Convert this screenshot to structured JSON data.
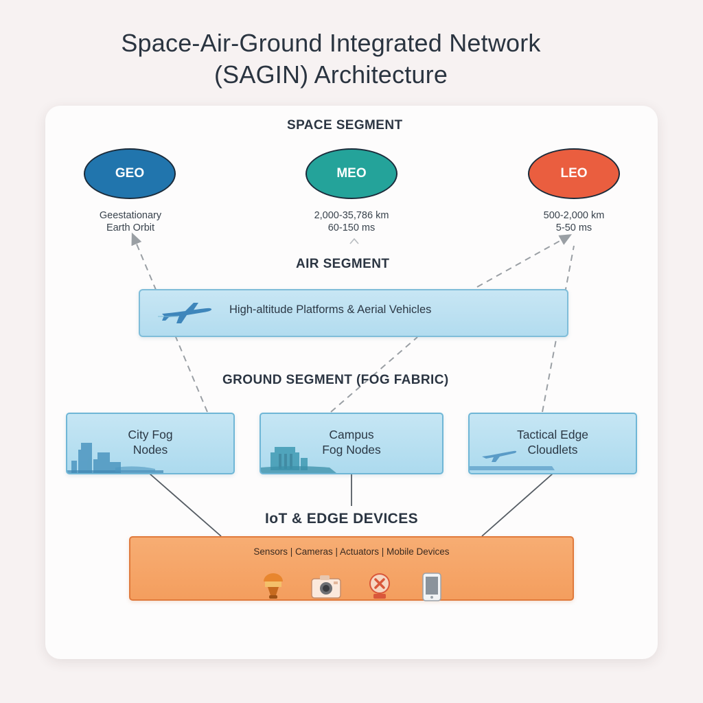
{
  "title": {
    "line1": "Space-Air-Ground Integrated Network",
    "line2": "(SAGIN) Architecture"
  },
  "space": {
    "heading": "SPACE SEGMENT",
    "orbits": [
      {
        "label": "GEO",
        "color": "#2175ad",
        "desc_line1": "Geestationary",
        "desc_line2": "Earth Orbit"
      },
      {
        "label": "MEO",
        "color": "#24a39a",
        "desc_line1": "2,000-35,786 km",
        "desc_line2": "60-150 ms"
      },
      {
        "label": "LEO",
        "color": "#ea5e3f",
        "desc_line1": "500-2,000 km",
        "desc_line2": "5-50 ms"
      }
    ]
  },
  "air": {
    "heading": "AIR SEGMENT",
    "bar_label": "High-altitude Platforms & Aerial Vehicles",
    "icon": "airplane-icon"
  },
  "ground": {
    "heading": "GROUND SEGMENT (FOG FABRIC)",
    "nodes": [
      {
        "line1": "City Fog",
        "line2": "Nodes",
        "icon": "city-skyline-icon"
      },
      {
        "line1": "Campus",
        "line2": "Fog Nodes",
        "icon": "campus-building-icon"
      },
      {
        "line1": "Tactical Edge",
        "line2": "Cloudlets",
        "icon": "aircraft-icon"
      }
    ]
  },
  "iot": {
    "heading": "IoT & EDGE DEVICES",
    "bar_label": "Sensors | Cameras | Actuators | Mobile Devices",
    "devices": [
      "sensor-icon",
      "camera-icon",
      "actuator-icon",
      "mobile-device-icon"
    ]
  },
  "colors": {
    "air_fill": "#b9e0f1",
    "fog_fill": "#b6ddef",
    "iot_fill": "#f5a467",
    "link_dashed": "#9a9fa4",
    "link_solid": "#555c63"
  }
}
